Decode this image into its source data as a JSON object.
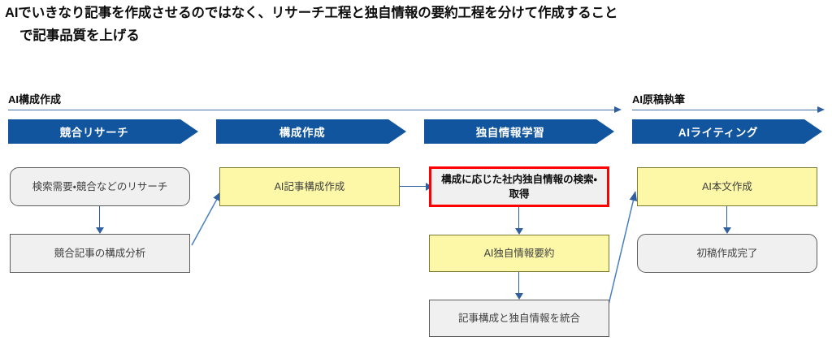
{
  "title": {
    "line1": "AIでいきなり記事を作成させるのではなく、リサーチ工程と独自情報の要約工程を分けて作成すること",
    "line2": "で記事品質を上げる"
  },
  "colors": {
    "chevron_blue": "#12559F",
    "arrow_blue": "#2F5F9E",
    "box_yellow": "#FCF8A8",
    "box_gray": "#F0F0F0",
    "highlight_red": "#FF0000",
    "text_dark": "#3F3F3F"
  },
  "phase_groups": [
    {
      "label": "AI構成作成"
    },
    {
      "label": "AI原稿執筆"
    }
  ],
  "phases": [
    {
      "label": "競合リサーチ"
    },
    {
      "label": "構成作成"
    },
    {
      "label": "独自情報学習"
    },
    {
      "label": "AIライティング"
    }
  ],
  "steps": {
    "research": "検索需要・競合などのリサーチ",
    "competitor_analysis": "競合記事の構成分析",
    "ai_outline": "AI記事構成作成",
    "internal_info_search": "構成に応じた社内独自情報の検索・取得",
    "ai_summary": "AI独自情報要約",
    "merge_outline_info": "記事構成と独自情報を統合",
    "ai_body": "AI本文作成",
    "draft_complete": "初稿作成完了"
  },
  "chart_data": {
    "type": "diagram",
    "subtype": "process-flow",
    "lanes": [
      {
        "group": "AI構成作成",
        "phase": "競合リサーチ",
        "nodes": [
          "検索需要・競合などのリサーチ",
          "競合記事の構成分析"
        ]
      },
      {
        "group": "AI構成作成",
        "phase": "構成作成",
        "nodes": [
          "AI記事構成作成"
        ]
      },
      {
        "group": "AI構成作成",
        "phase": "独自情報学習",
        "nodes": [
          "構成に応じた社内独自情報の検索・取得",
          "AI独自情報要約",
          "記事構成と独自情報を統合"
        ]
      },
      {
        "group": "AI原稿執筆",
        "phase": "AIライティング",
        "nodes": [
          "AI本文作成",
          "初稿作成完了"
        ]
      }
    ],
    "edges": [
      {
        "from": "検索需要・競合などのリサーチ",
        "to": "競合記事の構成分析",
        "kind": "vertical"
      },
      {
        "from": "競合記事の構成分析",
        "to": "AI記事構成作成",
        "kind": "diagonal"
      },
      {
        "from": "AI記事構成作成",
        "to": "構成に応じた社内独自情報の検索・取得",
        "kind": "horizontal"
      },
      {
        "from": "構成に応じた社内独自情報の検索・取得",
        "to": "AI独自情報要約",
        "kind": "vertical"
      },
      {
        "from": "AI独自情報要約",
        "to": "記事構成と独自情報を統合",
        "kind": "vertical"
      },
      {
        "from": "記事構成と独自情報を統合",
        "to": "AI本文作成",
        "kind": "diagonal"
      },
      {
        "from": "AI本文作成",
        "to": "初稿作成完了",
        "kind": "vertical"
      }
    ],
    "highlighted_node": "構成に応じた社内独自情報の検索・取得"
  }
}
